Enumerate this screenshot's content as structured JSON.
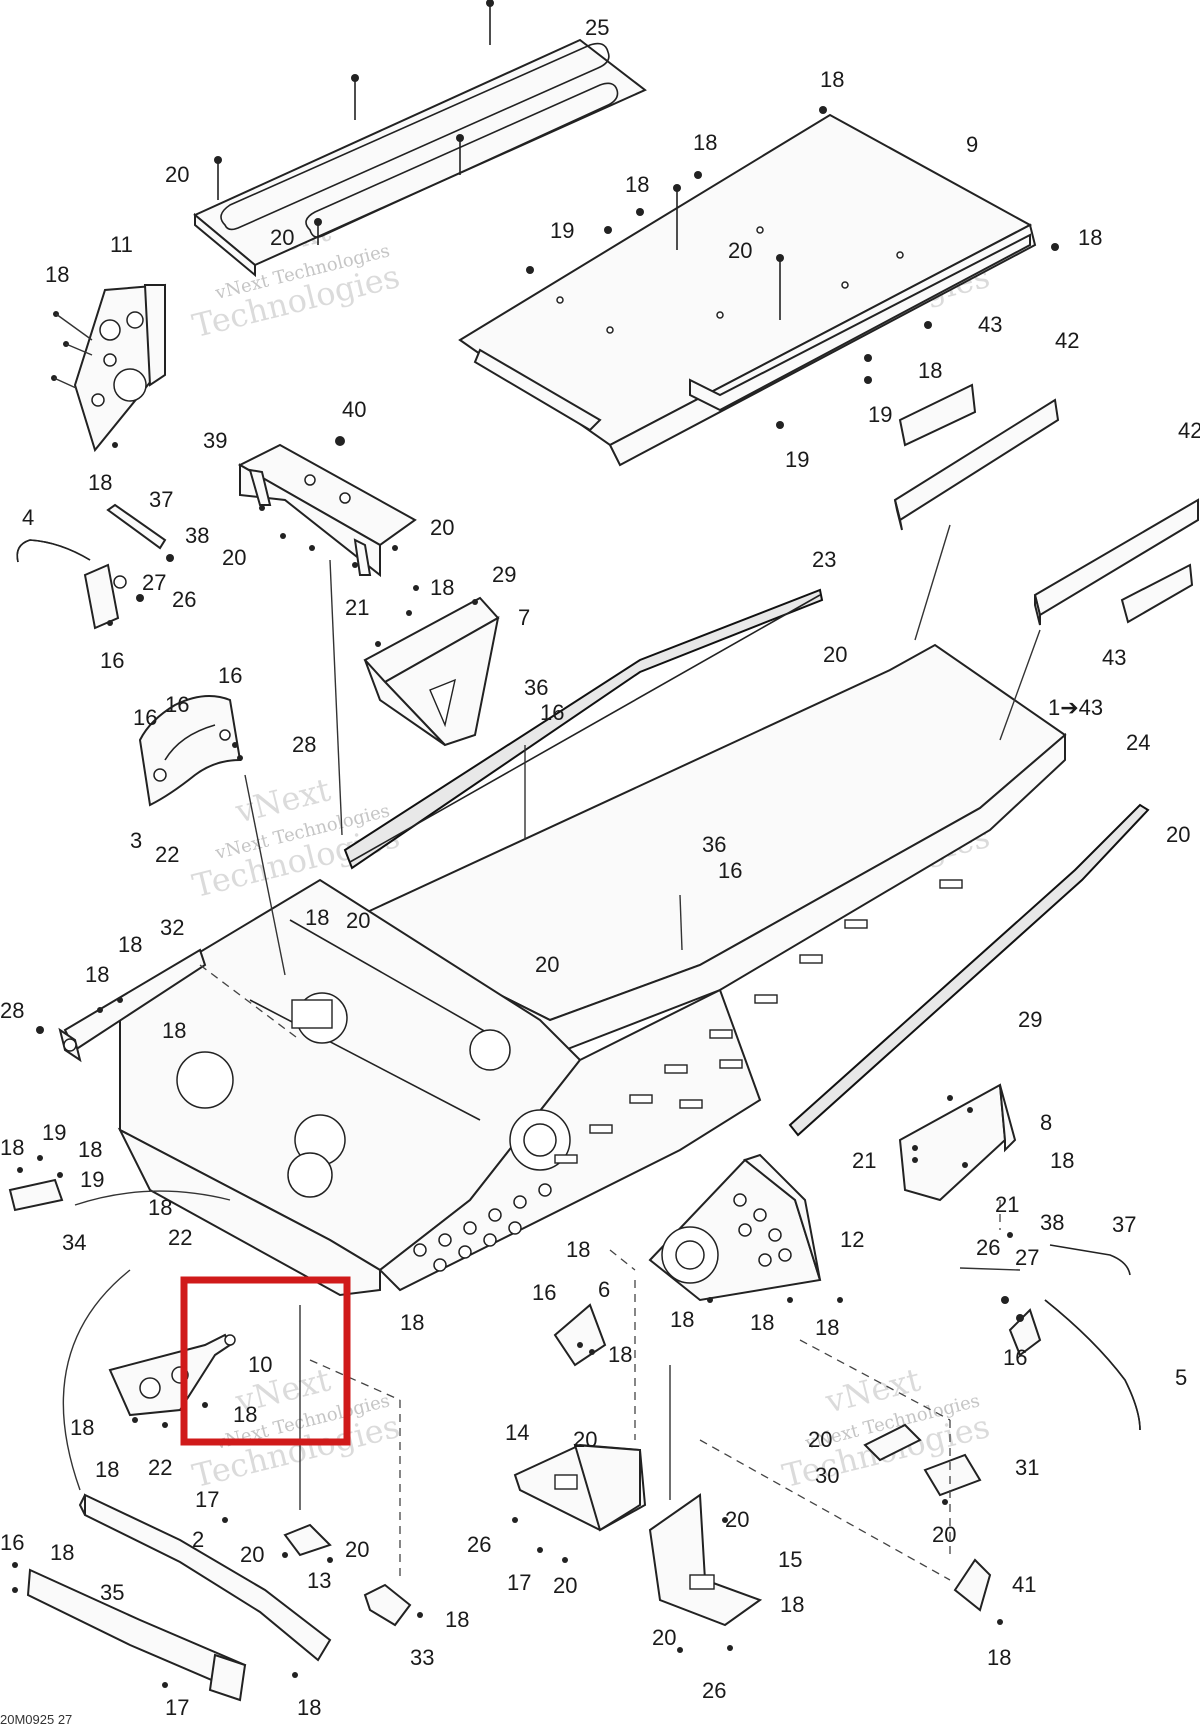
{
  "diagram": {
    "reference_code": "20M0925 27",
    "watermark": {
      "line1": "vNext",
      "line2": "vNext Technologies",
      "line3": "Technologies"
    },
    "highlight_color": "#d01a1a",
    "callouts": {
      "c25": "25",
      "c9": "9",
      "c11": "11",
      "c40": "40",
      "c39": "39",
      "c37a": "37",
      "c38a": "38",
      "c4": "4",
      "c27a": "27",
      "c26a": "26",
      "c16a": "16",
      "c7": "7",
      "c29a": "29",
      "c21a": "21",
      "c36a": "36",
      "c23": "23",
      "c43a": "43",
      "c42a": "42",
      "c42b": "42",
      "c43b": "43",
      "c1to43": "1➔43",
      "c24": "24",
      "c3": "3",
      "c22a": "22",
      "c28a": "28",
      "c32": "32",
      "c28b": "28",
      "c36b": "36",
      "c34": "34",
      "c19a": "19",
      "c19b": "19",
      "c22b": "22",
      "c8": "8",
      "c29b": "29",
      "c21b": "21",
      "c21c": "21",
      "c12": "12",
      "c6": "6",
      "c10": "10",
      "c38b": "38",
      "c37b": "37",
      "c26b": "26",
      "c27b": "27",
      "c5": "5",
      "c22c": "22",
      "c2": "2",
      "c35": "35",
      "c17a": "17",
      "c17b": "17",
      "c13": "13",
      "c33": "33",
      "c14": "14",
      "c26c": "26",
      "c17c": "17",
      "c15": "15",
      "c26d": "26",
      "c30": "30",
      "c31": "31",
      "c41": "41",
      "n18": "18",
      "n19": "19",
      "n20": "20",
      "n16": "16"
    }
  }
}
